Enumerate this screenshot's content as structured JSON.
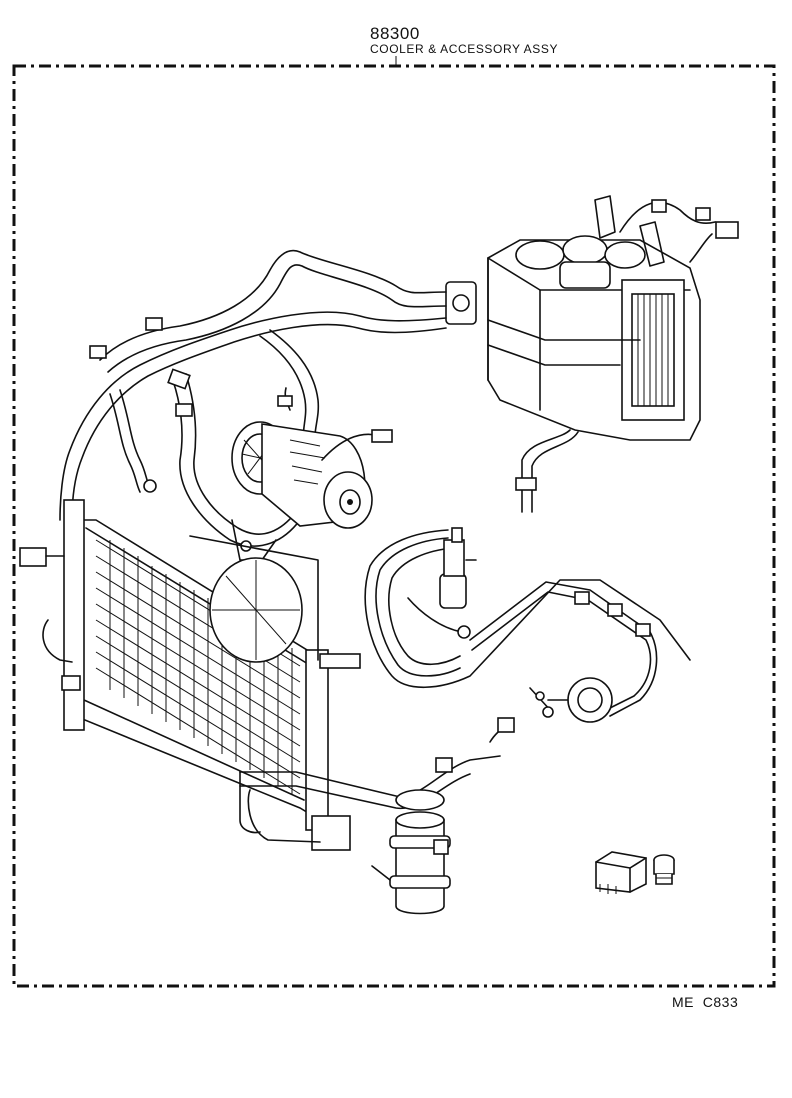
{
  "header": {
    "part_number": "88300",
    "assembly_name": "COOLER & ACCESSORY ASSY"
  },
  "footer": {
    "drawing_code": "ME  C833"
  },
  "components": [
    {
      "name": "cooling-unit",
      "icon": "evaporator-housing-icon"
    },
    {
      "name": "compressor",
      "icon": "compressor-icon"
    },
    {
      "name": "condenser",
      "icon": "condenser-core-icon"
    },
    {
      "name": "receiver-drier",
      "icon": "receiver-drier-icon"
    },
    {
      "name": "vacuum-switching-valve",
      "icon": "valve-icon"
    },
    {
      "name": "vacuum-actuator",
      "icon": "actuator-icon"
    },
    {
      "name": "relay",
      "icon": "relay-icon"
    },
    {
      "name": "pressure-switch",
      "icon": "pressure-switch-icon"
    }
  ]
}
